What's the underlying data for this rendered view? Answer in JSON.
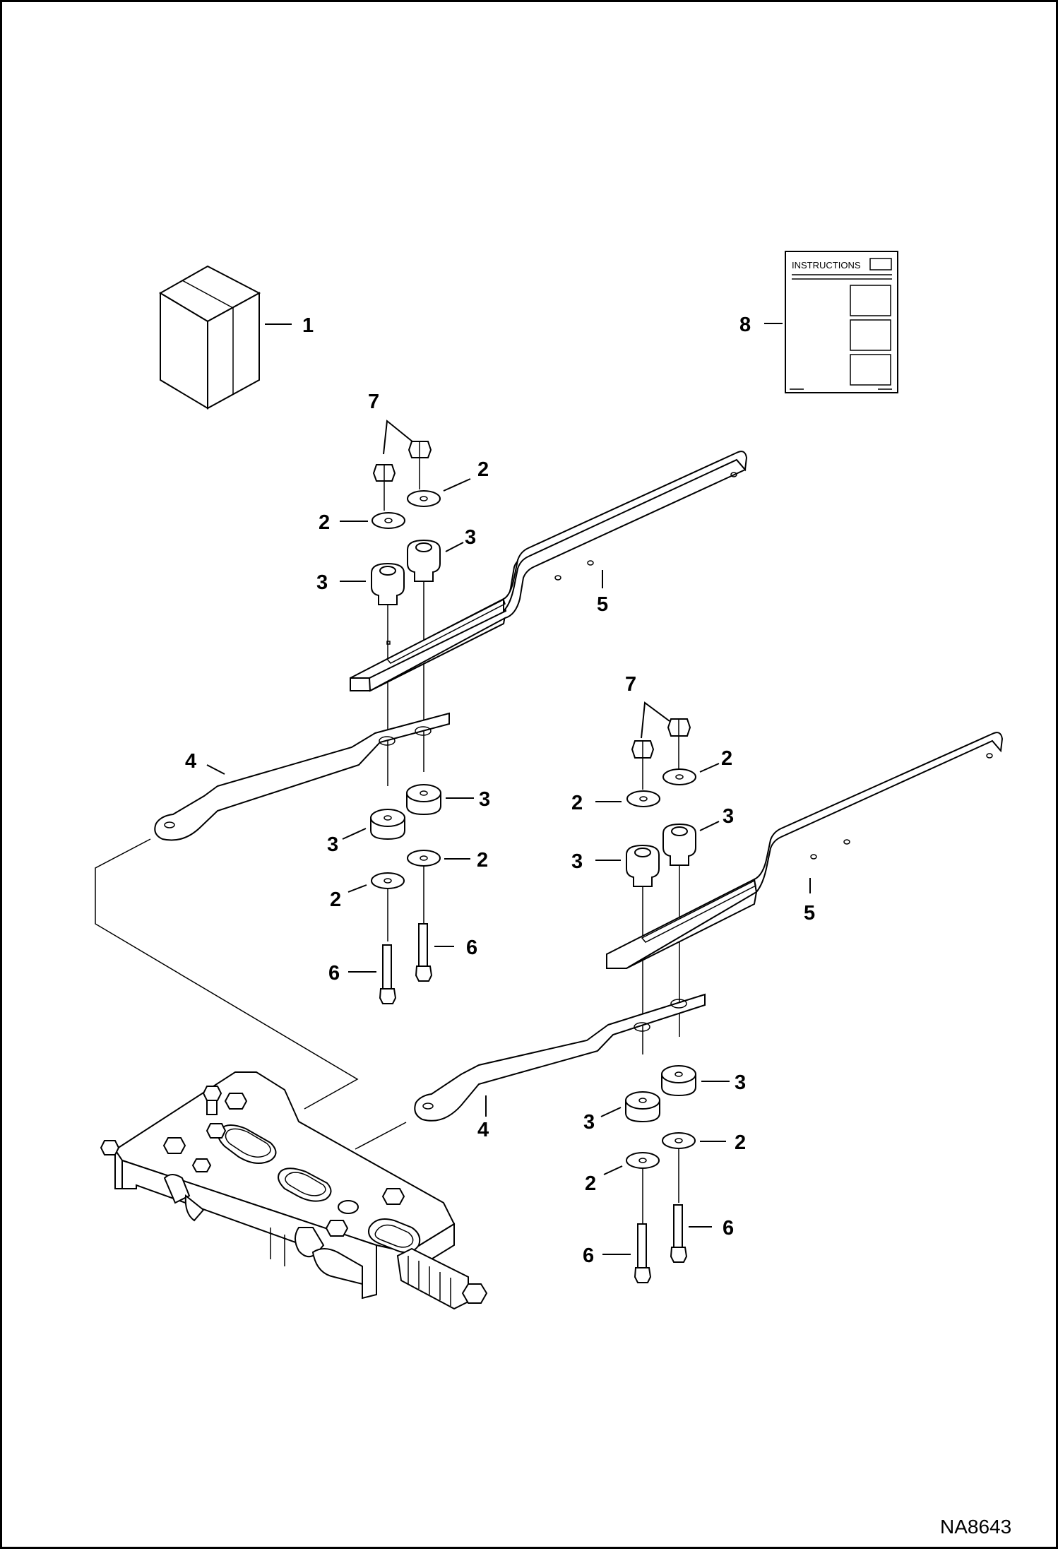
{
  "diagram": {
    "figure_id": "NA8643",
    "instructions_label": "INSTRUCTIONS",
    "callouts": [
      {
        "id": "c1",
        "text": "1"
      },
      {
        "id": "c8",
        "text": "8"
      },
      {
        "id": "c7a",
        "text": "7"
      },
      {
        "id": "c2a",
        "text": "2"
      },
      {
        "id": "c2b",
        "text": "2"
      },
      {
        "id": "c3a",
        "text": "3"
      },
      {
        "id": "c3b",
        "text": "3"
      },
      {
        "id": "c5a",
        "text": "5"
      },
      {
        "id": "c4a",
        "text": "4"
      },
      {
        "id": "c3c",
        "text": "3"
      },
      {
        "id": "c3d",
        "text": "3"
      },
      {
        "id": "c2c",
        "text": "2"
      },
      {
        "id": "c2d",
        "text": "2"
      },
      {
        "id": "c6a",
        "text": "6"
      },
      {
        "id": "c6b",
        "text": "6"
      },
      {
        "id": "c7b",
        "text": "7"
      },
      {
        "id": "c2e",
        "text": "2"
      },
      {
        "id": "c2f",
        "text": "2"
      },
      {
        "id": "c3e",
        "text": "3"
      },
      {
        "id": "c3f",
        "text": "3"
      },
      {
        "id": "c5b",
        "text": "5"
      },
      {
        "id": "c4b",
        "text": "4"
      },
      {
        "id": "c3g",
        "text": "3"
      },
      {
        "id": "c3h",
        "text": "3"
      },
      {
        "id": "c2g",
        "text": "2"
      },
      {
        "id": "c2h",
        "text": "2"
      },
      {
        "id": "c6c",
        "text": "6"
      },
      {
        "id": "c6d",
        "text": "6"
      }
    ]
  }
}
